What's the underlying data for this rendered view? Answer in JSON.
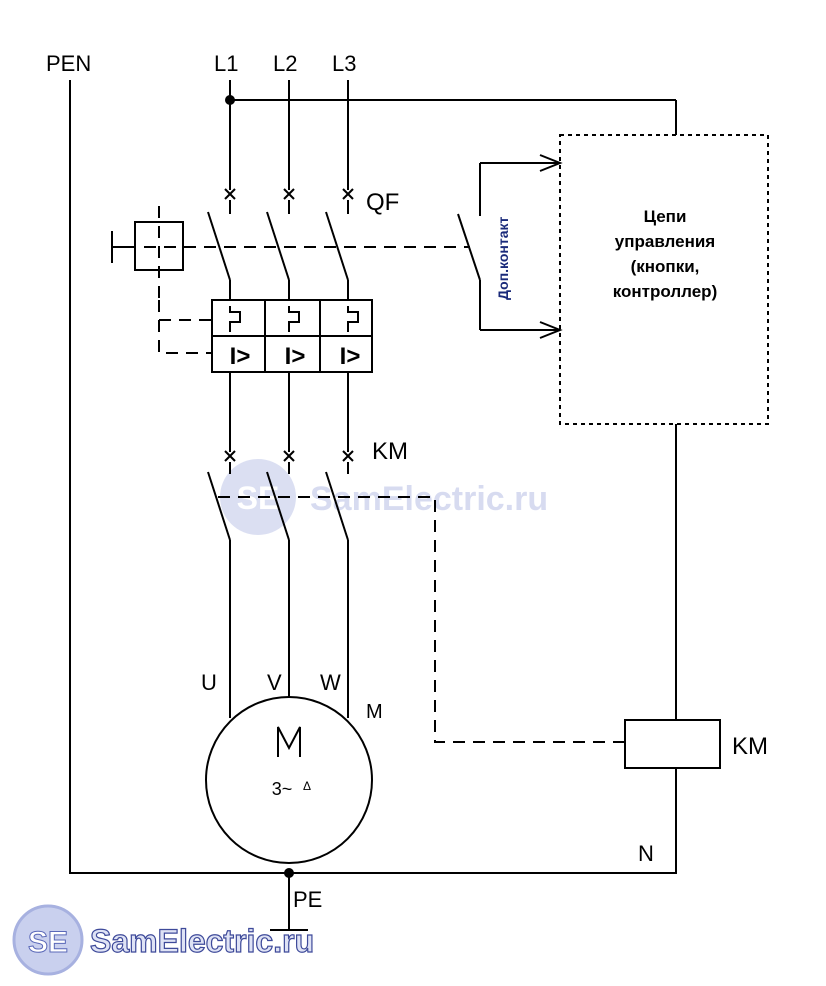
{
  "labels": {
    "pen": "PEN",
    "l1": "L1",
    "l2": "L2",
    "l3": "L3",
    "qf": "QF",
    "km_top": "KM",
    "km_coil": "KM",
    "u": "U",
    "v": "V",
    "w": "W",
    "m": "M",
    "motor_symbol": "M",
    "motor_spec": "3~",
    "delta": "Δ",
    "n": "N",
    "pe": "PE",
    "aux_contact": "Доп.контакт",
    "breaker_tag": "I>"
  },
  "control_box": {
    "lines": [
      "Цепи",
      "управления",
      "(кнопки,",
      "контроллер)"
    ]
  },
  "watermark": {
    "text": "SamElectric.ru",
    "badge": "SE"
  },
  "colors": {
    "line": "#000000",
    "aux_text": "#1a2a7a",
    "watermark": "#b8c0e6"
  }
}
